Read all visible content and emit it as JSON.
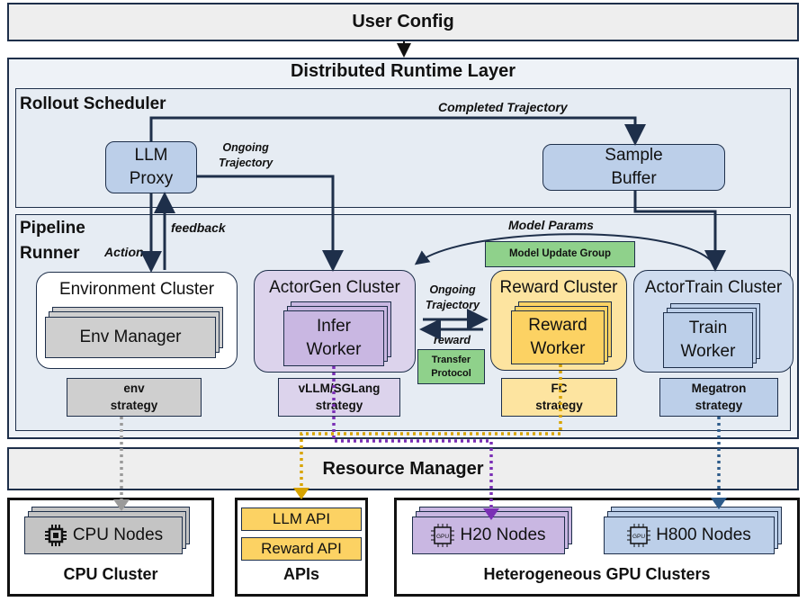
{
  "user_config": "User Config",
  "runtime_layer": "Distributed Runtime Layer",
  "rollout_scheduler": {
    "title": "Rollout Scheduler",
    "llm_proxy": "LLM\nProxy",
    "sample_buffer": "Sample\nBuffer",
    "completed_trajectory": "Completed Trajectory",
    "ongoing_trajectory": "Ongoing\nTrajectory"
  },
  "pipeline_runner": {
    "title": "Pipeline\nRunner",
    "action": "Action",
    "feedback": "feedback",
    "model_params": "Model Params",
    "model_update_group": "Model Update Group",
    "ongoing_trajectory": "Ongoing\nTrajectory",
    "reward": "reward",
    "transfer_protocol": "Transfer\nProtocol",
    "env_cluster": {
      "title": "Environment Cluster",
      "worker": "Env Manager",
      "strategy": "env\nstrategy"
    },
    "actorgen_cluster": {
      "title": "ActorGen Cluster",
      "worker": "Infer\nWorker",
      "strategy": "vLLM/SGLang\nstrategy"
    },
    "reward_cluster": {
      "title": "Reward Cluster",
      "worker": "Reward\nWorker",
      "strategy": "FC\nstrategy"
    },
    "actortrain_cluster": {
      "title": "ActorTrain Cluster",
      "worker": "Train\nWorker",
      "strategy": "Megatron\nstrategy"
    }
  },
  "resource_manager": "Resource Manager",
  "cpu_cluster": {
    "title": "CPU Cluster",
    "node": "CPU Nodes"
  },
  "apis": {
    "title": "APIs",
    "items": [
      "LLM API",
      "Reward API"
    ]
  },
  "gpu_clusters": {
    "title": "Heterogeneous GPU Clusters",
    "nodes": [
      "H20 Nodes",
      "H800 Nodes"
    ],
    "chip_label": "GPU"
  },
  "colors": {
    "navy": "#1e2f4a",
    "blue_box": "#bccfe9",
    "purple": "#dcd3ec",
    "purple_dark": "#c9b7e2",
    "yellow": "#fde4a0",
    "yellow_dark": "#fcd263",
    "green": "#8fd18b",
    "gray_box": "#cfcfcf",
    "arrow_gray": "#9a9a9a",
    "arrow_gold": "#d8a400",
    "arrow_purple": "#7a2fb5",
    "arrow_blue": "#2d5b8a"
  }
}
